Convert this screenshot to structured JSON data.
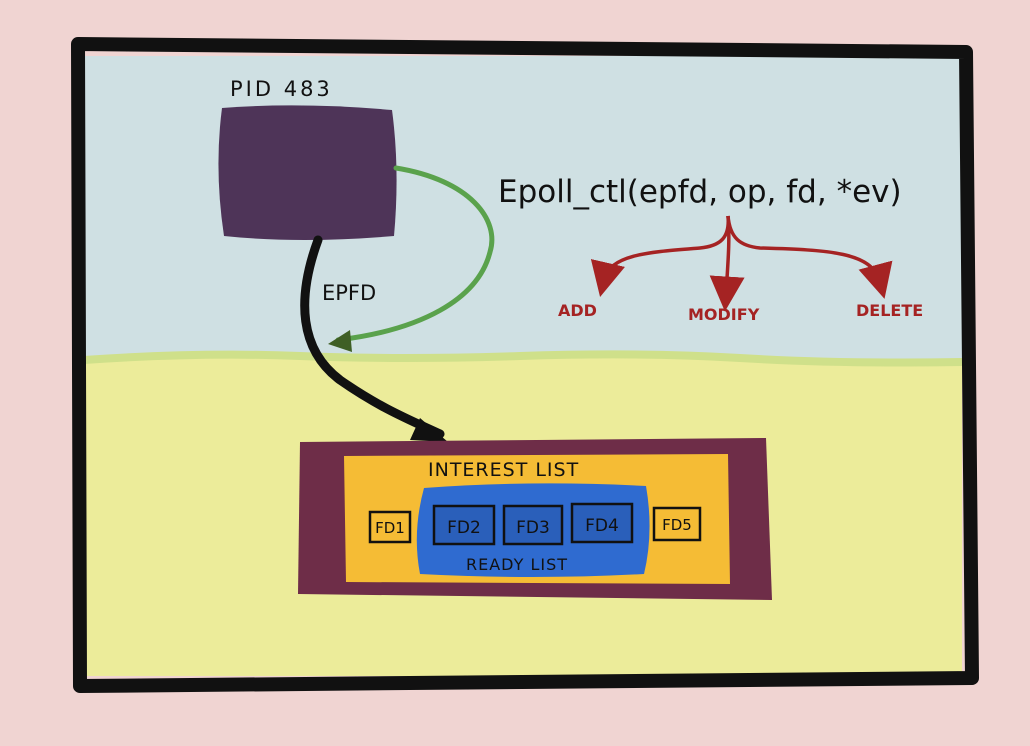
{
  "process": {
    "label": "PID 483"
  },
  "arrow_label": "EPFD",
  "syscall": {
    "text": "Epoll_ctl(epfd, op, fd, *ev)"
  },
  "operations": [
    "ADD",
    "MODIFY",
    "DELETE"
  ],
  "interest_list": {
    "title": "INTEREST LIST",
    "outside_ready": [
      "FD1",
      "FD5"
    ],
    "ready_list": {
      "title": "READY LIST",
      "items": [
        "FD2",
        "FD3",
        "FD4"
      ]
    }
  },
  "colors": {
    "page_bg": "#f0d4d2",
    "frame": "#111111",
    "sky": "#cfe0e3",
    "ground": "#ecec9a",
    "process_box": "#4e3458",
    "outer_box": "#6e2d48",
    "interest_box": "#f5bc35",
    "ready_box": "#2f6bd0",
    "green_arrow": "#5aa24c",
    "red_arrows": "#a52323"
  }
}
